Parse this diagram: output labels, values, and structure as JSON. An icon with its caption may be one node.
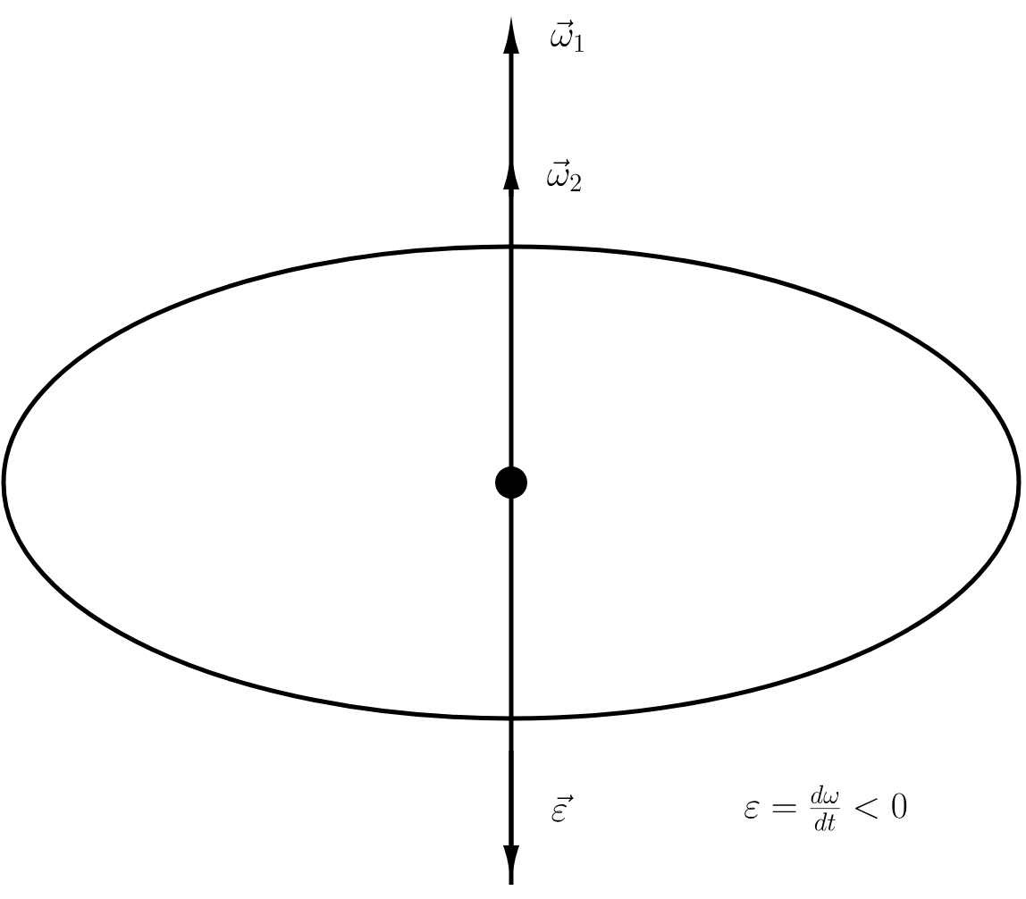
{
  "diagram": {
    "labels": [
      "\\vec{\\omega}_1",
      "\\vec{\\omega}_2",
      "\\vec{\\varepsilon}",
      "\\varepsilon=\\frac{d\\omega}{dt}<0"
    ]
  }
}
